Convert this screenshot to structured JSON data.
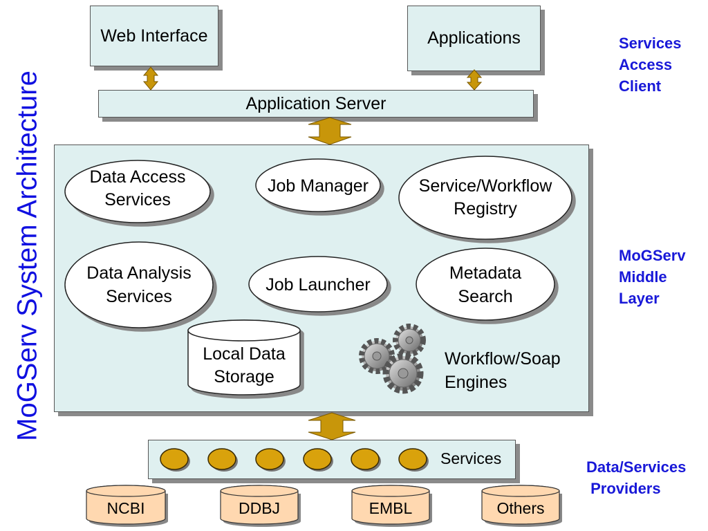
{
  "title": "MoGServ System Architecture",
  "side_labels": {
    "access": "Services\nAccess\nClient",
    "middle": "MoGServ\nMiddle\nLayer",
    "providers": "Data/Services\n Providers"
  },
  "top": {
    "web_interface": "Web Interface",
    "applications": "Applications",
    "app_server": "Application Server"
  },
  "middle": {
    "data_access": [
      "Data Access",
      "Services"
    ],
    "job_manager": [
      "Job Manager"
    ],
    "registry": [
      "Service/Workflow",
      "Registry"
    ],
    "data_analysis": [
      "Data Analysis",
      "Services"
    ],
    "job_launcher": [
      "Job Launcher"
    ],
    "metadata": [
      "Metadata",
      "Search"
    ],
    "local_storage": [
      "Local Data",
      "Storage"
    ],
    "engines": [
      "Workflow/Soap",
      "Engines"
    ]
  },
  "services_bar": {
    "label": "Services",
    "count": 6
  },
  "providers": [
    "NCBI",
    "DDBJ",
    "EMBL",
    "Others"
  ],
  "colors": {
    "box_fill": "#dff0f0",
    "arrow": "#c8960a",
    "service_dot": "#d9a20c",
    "db_fill": "#ffd8b0",
    "blue_text": "#1818d8"
  }
}
